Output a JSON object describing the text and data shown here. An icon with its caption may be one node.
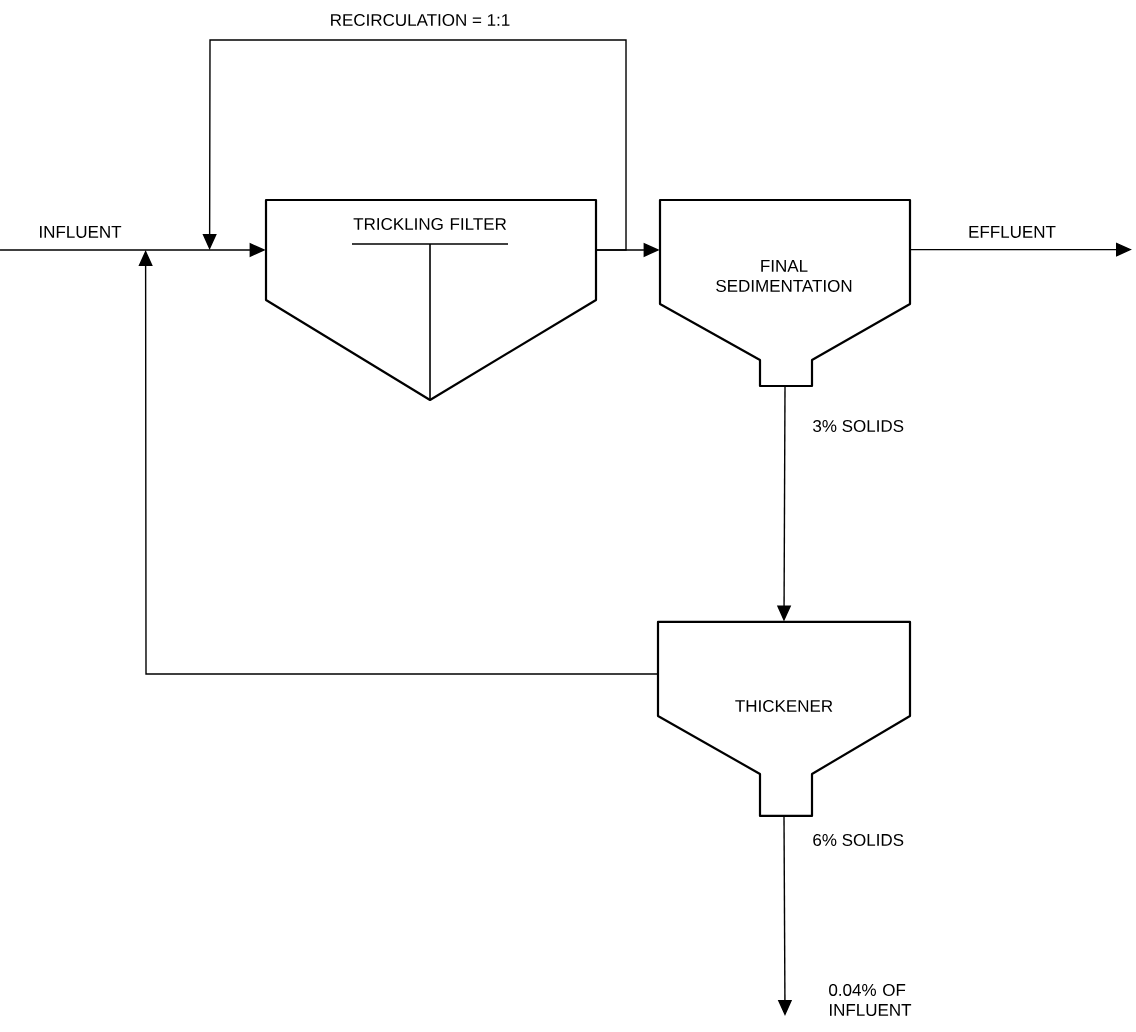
{
  "diagram": {
    "nodes": [
      {
        "text": [
          "TRICKLING FILTER"
        ]
      },
      {
        "text": [
          "FINAL SEDIMENTATION"
        ]
      },
      {
        "text": [
          "THICKENER"
        ]
      }
    ],
    "edges": [
      {
        "from": null,
        "to": 0,
        "arrow": "to",
        "label": "INFLUENT"
      },
      {
        "from": 0,
        "to": 1,
        "arrow": "to"
      },
      {
        "from": 0,
        "to": 0,
        "arrow": "to",
        "label": "RECIRCULATION = 1:1"
      },
      {
        "from": 1,
        "to": null,
        "arrow": "to",
        "label": "EFFLUENT"
      },
      {
        "from": 1,
        "to": 2,
        "arrow": "to",
        "label": "3% SOLIDS"
      },
      {
        "from": 2,
        "to": 0,
        "arrow": "to"
      },
      {
        "from": 2,
        "to": null,
        "arrow": "to",
        "label": "6% SOLIDS"
      }
    ],
    "labels": [
      "0.04% OF INFLUENT"
    ]
  }
}
